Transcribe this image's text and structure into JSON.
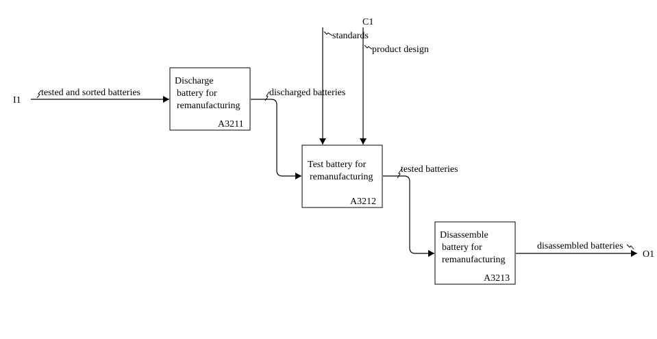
{
  "diagram": {
    "type": "IDEF0",
    "boundary": {
      "input_code": "I1",
      "control_code": "C1",
      "output_code": "O1"
    },
    "activities": [
      {
        "lines": [
          "Discharge",
          "battery for",
          "remanufacturing"
        ],
        "code": "A3211"
      },
      {
        "lines": [
          "Test battery for",
          "remanufacturing"
        ],
        "code": "A3212"
      },
      {
        "lines": [
          "Disassemble",
          "battery for",
          "remanufacturing"
        ],
        "code": "A3213"
      }
    ],
    "arrows": {
      "input": "tested and sorted batteries",
      "discharged": "discharged batteries",
      "standards": "standards",
      "product_design": "product design",
      "tested": "tested batteries",
      "output": "disassembled batteries"
    }
  }
}
